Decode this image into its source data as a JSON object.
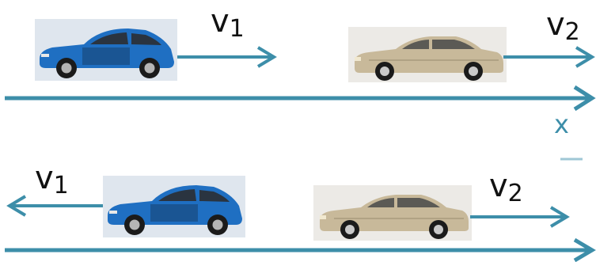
{
  "colors": {
    "arrow": "#3d8ea9",
    "label": "#111111",
    "car_blue": "#1f6fc2",
    "car_beige": "#c8b99a"
  },
  "scenes": {
    "top": {
      "car1_velocity": {
        "symbol": "v",
        "subscript": "1",
        "direction": "right"
      },
      "car2_velocity": {
        "symbol": "v",
        "subscript": "2",
        "direction": "right"
      },
      "axis_label": "x"
    },
    "bottom": {
      "car1_velocity": {
        "symbol": "v",
        "subscript": "1",
        "direction": "left"
      },
      "car2_velocity": {
        "symbol": "v",
        "subscript": "2",
        "direction": "right"
      }
    }
  },
  "icons": {
    "blue_car": "blue-hatchback-car-icon",
    "beige_car": "beige-sedan-car-icon"
  }
}
